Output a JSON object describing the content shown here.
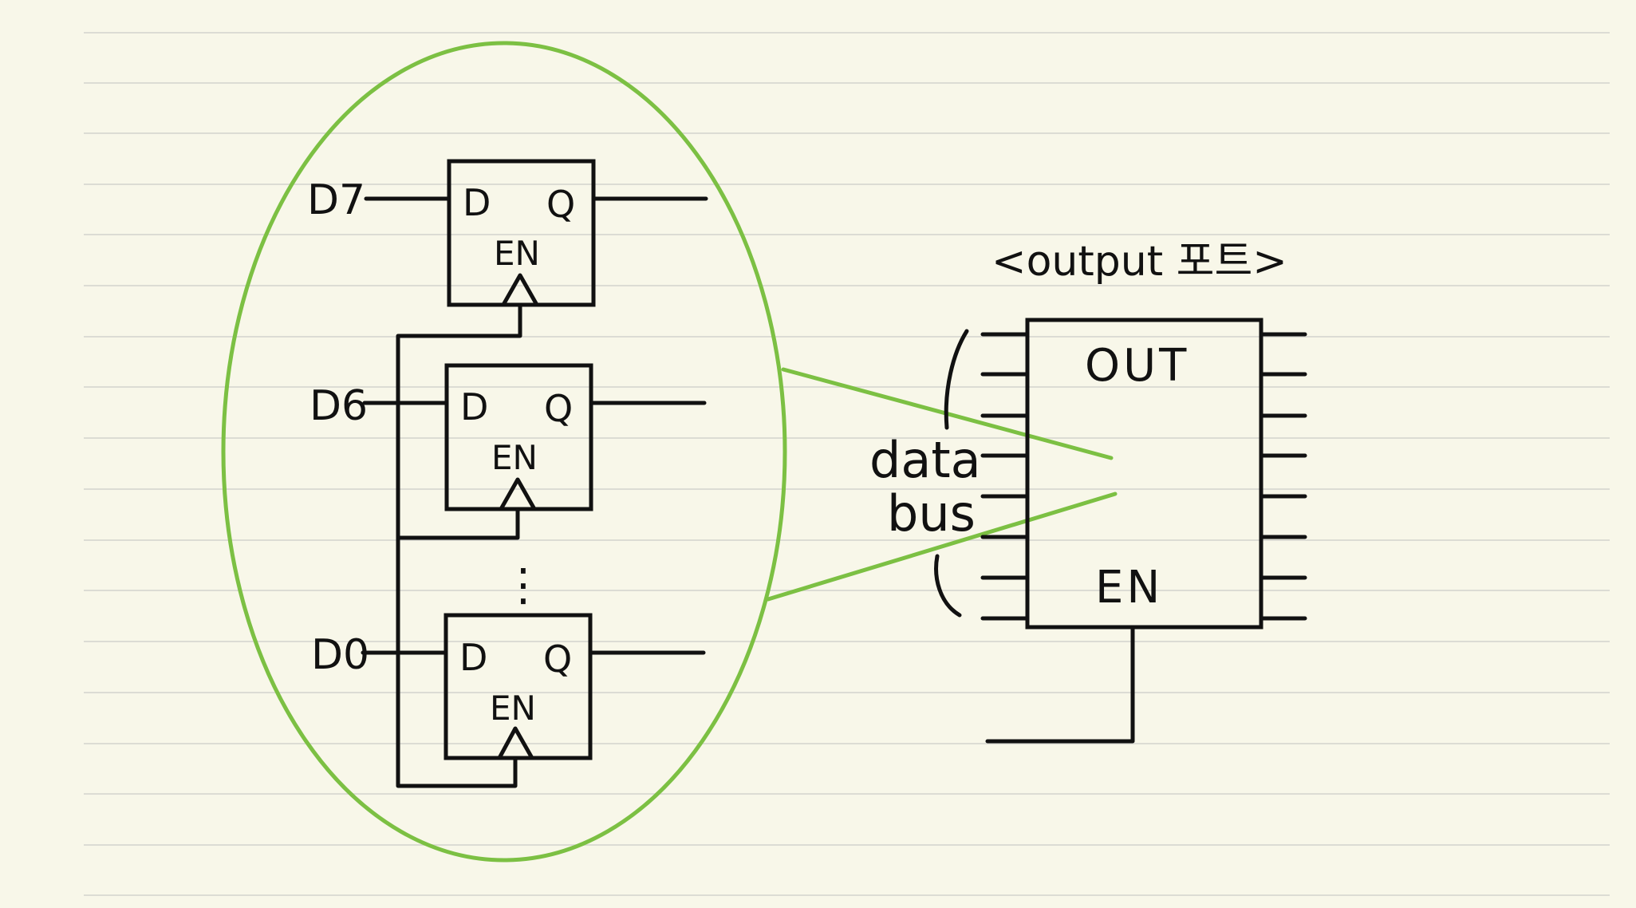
{
  "diagram": {
    "title": "<output 포트>",
    "flipflops": [
      {
        "input_label": "D7",
        "d_pin": "D",
        "q_pin": "Q",
        "enable_pin": "EN"
      },
      {
        "input_label": "D6",
        "d_pin": "D",
        "q_pin": "Q",
        "enable_pin": "EN"
      },
      {
        "input_label": "D0",
        "d_pin": "D",
        "q_pin": "Q",
        "enable_pin": "EN"
      }
    ],
    "ellipsis": "⋮",
    "output_block": {
      "top_label": "OUT",
      "bottom_label": "EN"
    },
    "data_bus": {
      "line1": "data",
      "line2": "bus"
    },
    "colors": {
      "highlight": "#7cc043",
      "paper": "#f8f7e9",
      "ink": "#111111"
    }
  }
}
